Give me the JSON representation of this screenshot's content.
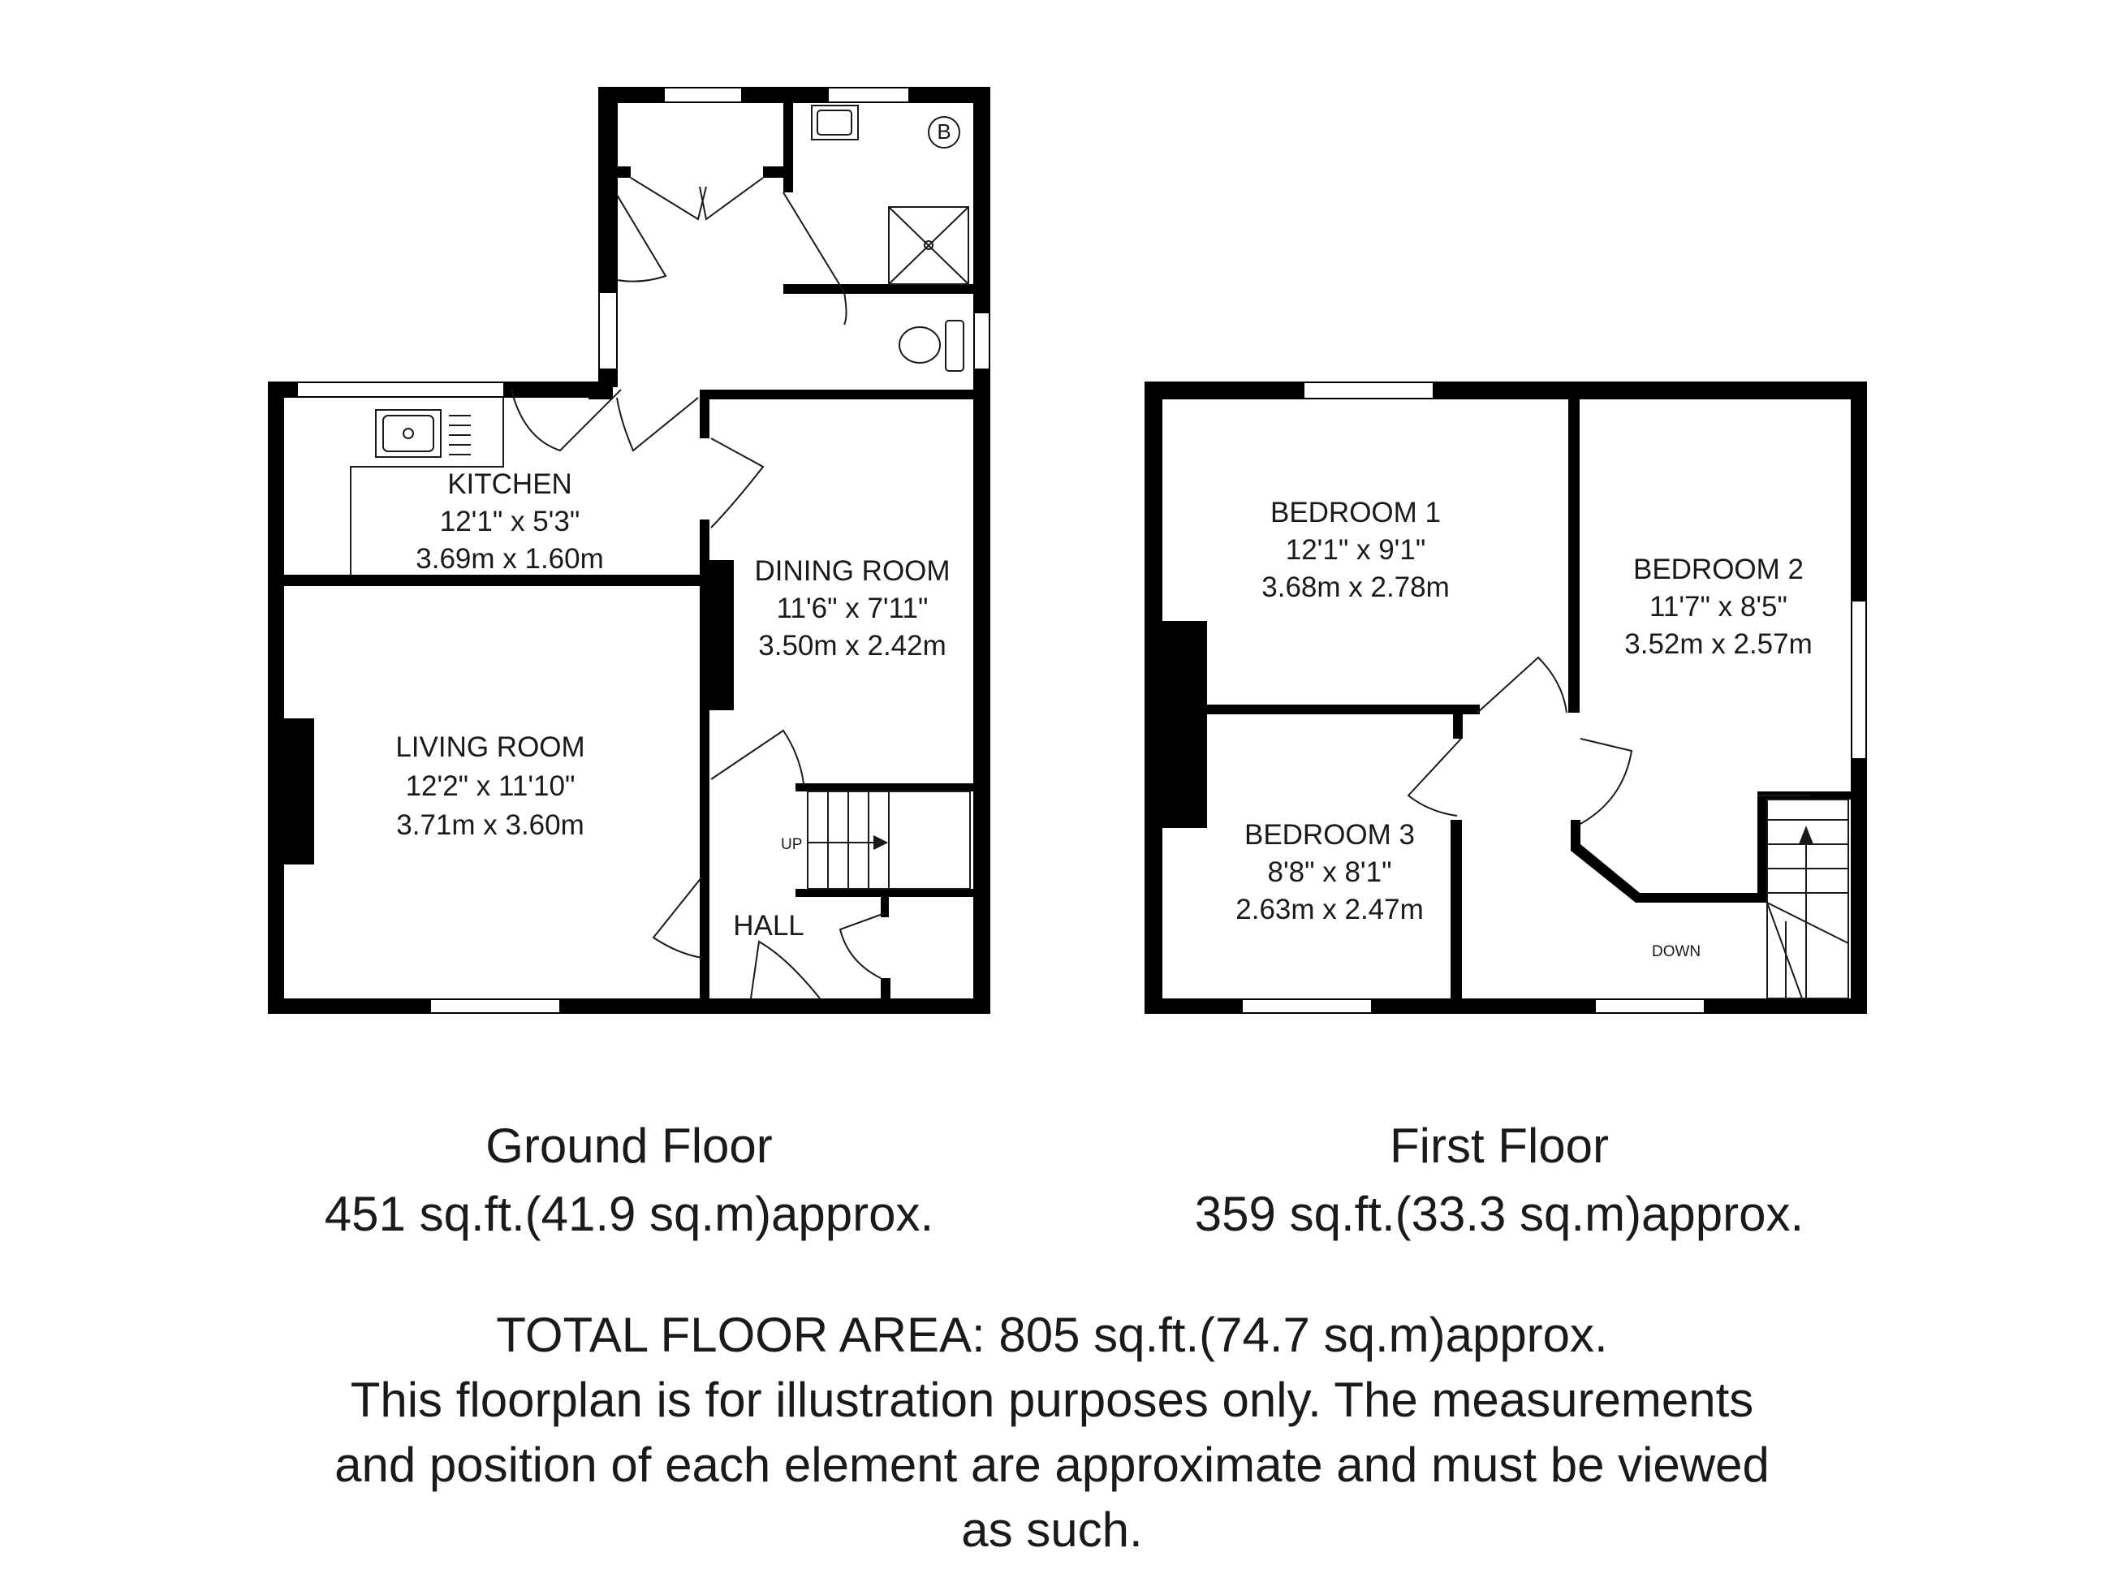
{
  "ground_floor": {
    "title": "Ground Floor",
    "area": "451 sq.ft.(41.9 sq.m)approx.",
    "rooms": {
      "kitchen": {
        "name": "KITCHEN",
        "imperial": "12'1\" x 5'3\"",
        "metric": "3.69m x 1.60m"
      },
      "dining_room": {
        "name": "DINING ROOM",
        "imperial": "11'6\" x 7'11\"",
        "metric": "3.50m x 2.42m"
      },
      "living_room": {
        "name": "LIVING ROOM",
        "imperial": "12'2\" x 11'10\"",
        "metric": "3.71m x 3.60m"
      },
      "hall": {
        "name": "HALL"
      }
    },
    "stairs_label": "UP",
    "boiler_label": "B"
  },
  "first_floor": {
    "title": "First Floor",
    "area": "359 sq.ft.(33.3 sq.m)approx.",
    "rooms": {
      "bedroom_1": {
        "name": "BEDROOM 1",
        "imperial": "12'1\" x 9'1\"",
        "metric": "3.68m x 2.78m"
      },
      "bedroom_2": {
        "name": "BEDROOM 2",
        "imperial": "11'7\" x 8'5\"",
        "metric": "3.52m x 2.57m"
      },
      "bedroom_3": {
        "name": "BEDROOM 3",
        "imperial": "8'8\" x 8'1\"",
        "metric": "2.63m x 2.47m"
      }
    },
    "stairs_label": "DOWN"
  },
  "footer": {
    "total": "TOTAL FLOOR AREA: 805 sq.ft.(74.7 sq.m)approx.",
    "disclaimer_1": "This floorplan is for illustration purposes only. The measurements",
    "disclaimer_2": "and position of each element are approximate and must be viewed",
    "disclaimer_3": "as such."
  },
  "colors": {
    "wall": "#000000",
    "line": "#1a1a1a"
  }
}
